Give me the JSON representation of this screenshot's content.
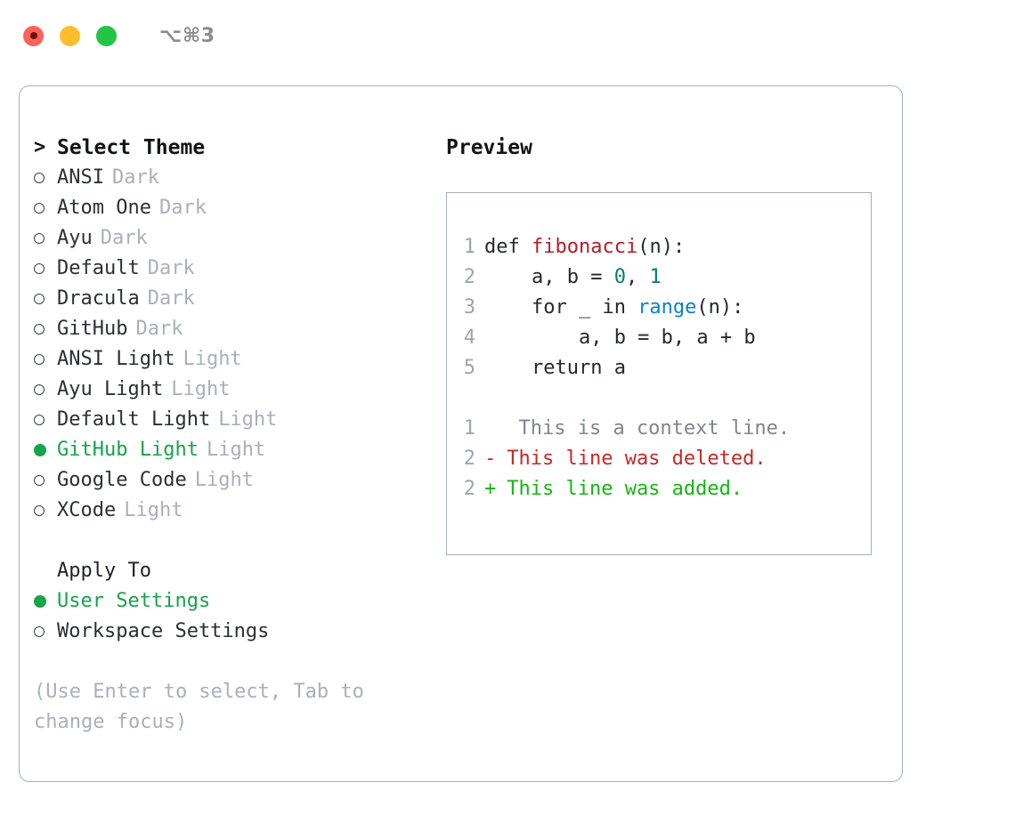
{
  "window": {
    "shortcut": "⌥⌘3",
    "traffic_lights": [
      {
        "name": "close",
        "color": "#FF6058"
      },
      {
        "name": "minimize",
        "color": "#FFBD2E"
      },
      {
        "name": "maximize",
        "color": "#23C544"
      }
    ]
  },
  "theme_picker": {
    "header_marker": ">",
    "header": "Select Theme",
    "items": [
      {
        "name": "ANSI",
        "variant": "Dark",
        "selected": false
      },
      {
        "name": "Atom One",
        "variant": "Dark",
        "selected": false
      },
      {
        "name": "Ayu",
        "variant": "Dark",
        "selected": false
      },
      {
        "name": "Default",
        "variant": "Dark",
        "selected": false
      },
      {
        "name": "Dracula",
        "variant": "Dark",
        "selected": false
      },
      {
        "name": "GitHub",
        "variant": "Dark",
        "selected": false
      },
      {
        "name": "ANSI Light",
        "variant": "Light",
        "selected": false
      },
      {
        "name": "Ayu Light",
        "variant": "Light",
        "selected": false
      },
      {
        "name": "Default Light",
        "variant": "Light",
        "selected": false
      },
      {
        "name": "GitHub Light",
        "variant": "Light",
        "selected": true
      },
      {
        "name": "Google Code",
        "variant": "Light",
        "selected": false
      },
      {
        "name": "XCode",
        "variant": "Light",
        "selected": false
      }
    ]
  },
  "apply_to": {
    "label": "Apply To",
    "options": [
      {
        "name": "User Settings",
        "selected": true
      },
      {
        "name": "Workspace Settings",
        "selected": false
      }
    ]
  },
  "hint": "(Use Enter to select, Tab to change focus)",
  "preview": {
    "title": "Preview",
    "code_lines": [
      {
        "num": "1",
        "segments": [
          {
            "text": "def ",
            "tok": "plain"
          },
          {
            "text": "fibonacci",
            "tok": "fn"
          },
          {
            "text": "(n):",
            "tok": "plain"
          }
        ]
      },
      {
        "num": "2",
        "segments": [
          {
            "text": "    a, b = ",
            "tok": "plain"
          },
          {
            "text": "0",
            "tok": "num"
          },
          {
            "text": ", ",
            "tok": "plain"
          },
          {
            "text": "1",
            "tok": "num"
          }
        ]
      },
      {
        "num": "3",
        "segments": [
          {
            "text": "    for _ in ",
            "tok": "plain"
          },
          {
            "text": "range",
            "tok": "builtin"
          },
          {
            "text": "(n):",
            "tok": "plain"
          }
        ]
      },
      {
        "num": "4",
        "segments": [
          {
            "text": "        a, b = b, a + b",
            "tok": "plain"
          }
        ]
      },
      {
        "num": "5",
        "segments": [
          {
            "text": "    return a",
            "tok": "plain"
          }
        ]
      }
    ],
    "diff_lines": [
      {
        "num": "1",
        "marker": " ",
        "text": "  This is a context line.",
        "kind": "context"
      },
      {
        "num": "2",
        "marker": "-",
        "text": " This line was deleted.",
        "kind": "del"
      },
      {
        "num": "2",
        "marker": "+",
        "text": " This line was added.",
        "kind": "add"
      }
    ]
  },
  "colors": {
    "accent_green": "#16A34A",
    "border": "#A6AFBD",
    "muted": "#A8B0BD",
    "text": "#2B2F36",
    "diff_add": "#15B515",
    "diff_del": "#C62828",
    "syntax_function": "#B31D28",
    "syntax_number": "#047D73",
    "syntax_builtin": "#0B82C4"
  }
}
